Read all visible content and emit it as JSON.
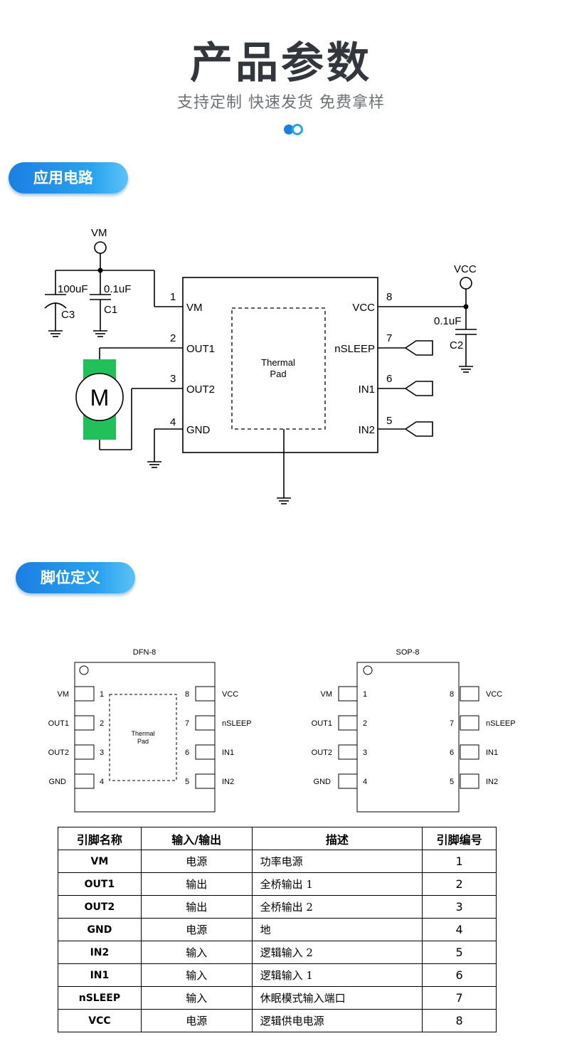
{
  "header": {
    "title": "产品参数",
    "subtitle": "支持定制 快速发货 免费拿样"
  },
  "colors": {
    "accent": "#1c7fe2",
    "motor_green": "#21c05a",
    "title": "#33373d"
  },
  "sections": {
    "circuit": "应用电路",
    "pinout": "脚位定义"
  },
  "circuit": {
    "vm_label": "VM",
    "vcc_label": "VCC",
    "c3_value": "100uF",
    "c3_name": "C3",
    "c1_value": "0.1uF",
    "c1_name": "C1",
    "c2_value": "0.1uF",
    "c2_name": "C2",
    "motor": "M",
    "pad_line1": "Thermal",
    "pad_line2": "Pad",
    "pins_left": [
      {
        "num": "1",
        "name": "VM"
      },
      {
        "num": "2",
        "name": "OUT1"
      },
      {
        "num": "3",
        "name": "OUT2"
      },
      {
        "num": "4",
        "name": "GND"
      }
    ],
    "pins_right": [
      {
        "num": "8",
        "name": "VCC"
      },
      {
        "num": "7",
        "name": "nSLEEP"
      },
      {
        "num": "6",
        "name": "IN1"
      },
      {
        "num": "5",
        "name": "IN2"
      }
    ]
  },
  "packages": {
    "dfn": {
      "title": "DFN-8",
      "pad_line1": "Thermal",
      "pad_line2": "Pad",
      "left": [
        {
          "num": "1",
          "name": "VM"
        },
        {
          "num": "2",
          "name": "OUT1"
        },
        {
          "num": "3",
          "name": "OUT2"
        },
        {
          "num": "4",
          "name": "GND"
        }
      ],
      "right": [
        {
          "num": "8",
          "name": "VCC"
        },
        {
          "num": "7",
          "name": "nSLEEP"
        },
        {
          "num": "6",
          "name": "IN1"
        },
        {
          "num": "5",
          "name": "IN2"
        }
      ]
    },
    "sop": {
      "title": "SOP-8",
      "left": [
        {
          "num": "1",
          "name": "VM"
        },
        {
          "num": "2",
          "name": "OUT1"
        },
        {
          "num": "3",
          "name": "OUT2"
        },
        {
          "num": "4",
          "name": "GND"
        }
      ],
      "right": [
        {
          "num": "8",
          "name": "VCC"
        },
        {
          "num": "7",
          "name": "nSLEEP"
        },
        {
          "num": "6",
          "name": "IN1"
        },
        {
          "num": "5",
          "name": "IN2"
        }
      ]
    }
  },
  "pin_table": {
    "headers": [
      "引脚名称",
      "输入/输出",
      "描述",
      "引脚编号"
    ],
    "rows": [
      [
        "VM",
        "电源",
        "功率电源",
        "1"
      ],
      [
        "OUT1",
        "输出",
        "全桥输出 1",
        "2"
      ],
      [
        "OUT2",
        "输出",
        "全桥输出 2",
        "3"
      ],
      [
        "GND",
        "电源",
        "地",
        "4"
      ],
      [
        "IN2",
        "输入",
        "逻辑输入 2",
        "5"
      ],
      [
        "IN1",
        "输入",
        "逻辑输入 1",
        "6"
      ],
      [
        "nSLEEP",
        "输入",
        "休眠模式输入端口",
        "7"
      ],
      [
        "VCC",
        "电源",
        "逻辑供电电源",
        "8"
      ]
    ]
  }
}
